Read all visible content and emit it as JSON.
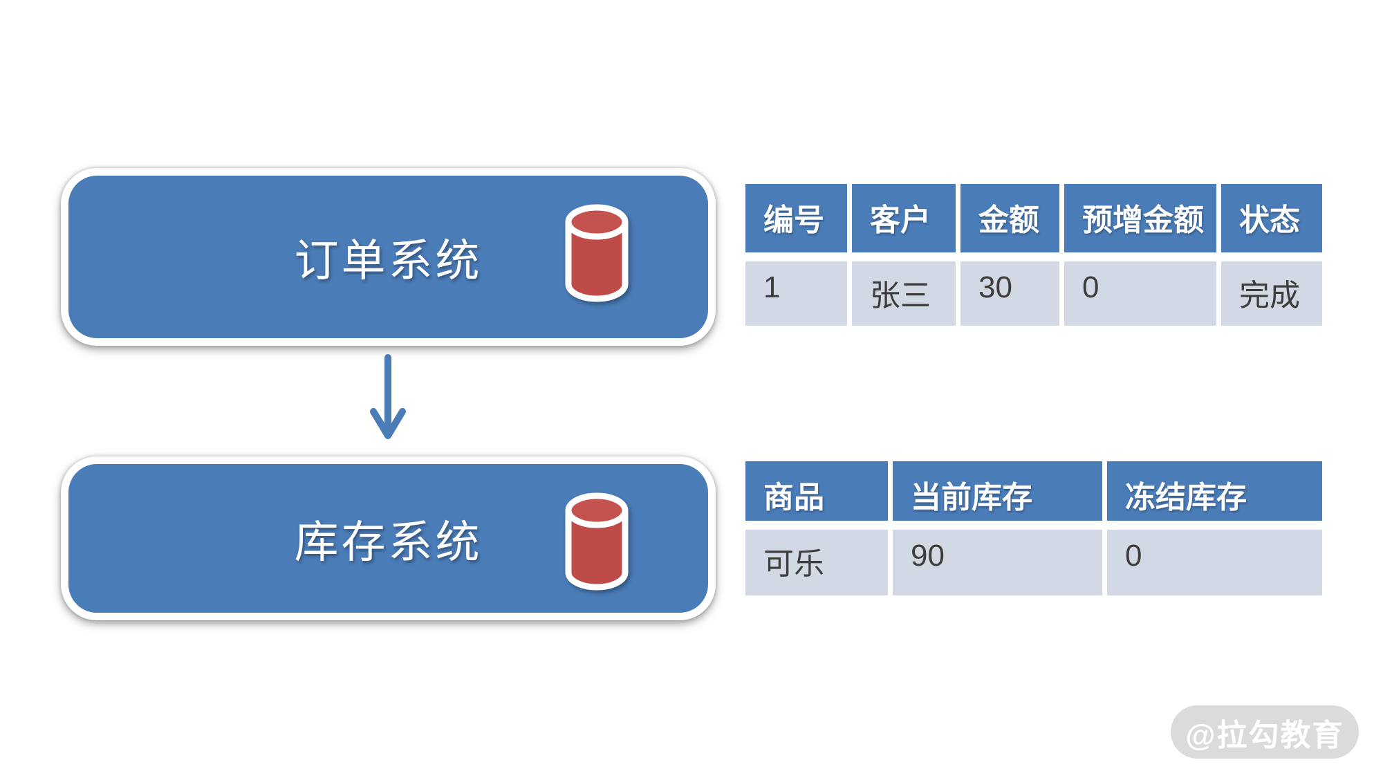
{
  "colors": {
    "node_blue": "#4A7CB8",
    "table_header_blue": "#4A7CB8",
    "table_row_gray": "#D3D9E4",
    "db_red_body": "#BE4B48",
    "db_red_top": "#C4524F",
    "arrow_blue": "#4A7CB8",
    "watermark_gray": "#DBDBDB",
    "watermark_text_white": "#FFFFFF"
  },
  "diagram": {
    "nodes": [
      {
        "label": "订单系统",
        "icon": "database-cylinder-icon"
      },
      {
        "label": "库存系统",
        "icon": "database-cylinder-icon"
      }
    ],
    "arrow": {
      "from": "订单系统",
      "to": "库存系统",
      "direction": "down"
    }
  },
  "order_table": {
    "headers": [
      "编号",
      "客户",
      "金额",
      "预增金额",
      "状态"
    ],
    "rows": [
      [
        "1",
        "张三",
        "30",
        "0",
        "完成"
      ]
    ]
  },
  "inventory_table": {
    "headers": [
      "商品",
      "当前库存",
      "冻结库存"
    ],
    "rows": [
      [
        "可乐",
        "90",
        "0"
      ]
    ]
  },
  "watermark": {
    "text": "@拉勾教育"
  }
}
